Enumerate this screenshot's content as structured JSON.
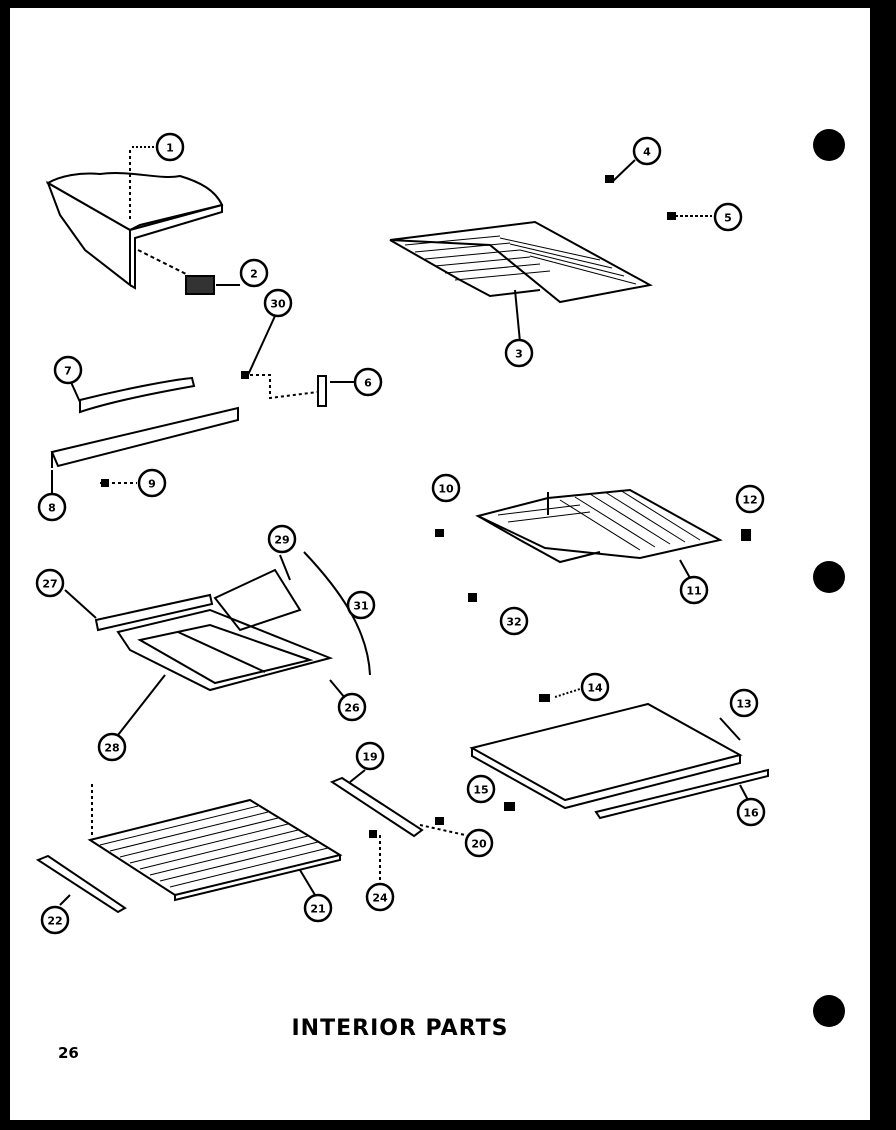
{
  "diagram": {
    "title": "INTERIOR PARTS",
    "page_number": "26",
    "callouts": [
      {
        "id": "c1",
        "label": "1"
      },
      {
        "id": "c2",
        "label": "2"
      },
      {
        "id": "c3",
        "label": "3"
      },
      {
        "id": "c4",
        "label": "4"
      },
      {
        "id": "c5",
        "label": "5"
      },
      {
        "id": "c6",
        "label": "6"
      },
      {
        "id": "c7",
        "label": "7"
      },
      {
        "id": "c8",
        "label": "8"
      },
      {
        "id": "c9",
        "label": "9"
      },
      {
        "id": "c10",
        "label": "10"
      },
      {
        "id": "c11",
        "label": "11"
      },
      {
        "id": "c12",
        "label": "12"
      },
      {
        "id": "c13",
        "label": "13"
      },
      {
        "id": "c14",
        "label": "14"
      },
      {
        "id": "c15",
        "label": "15"
      },
      {
        "id": "c16",
        "label": "16"
      },
      {
        "id": "c19",
        "label": "19"
      },
      {
        "id": "c20",
        "label": "20"
      },
      {
        "id": "c21",
        "label": "21"
      },
      {
        "id": "c22",
        "label": "22"
      },
      {
        "id": "c24",
        "label": "24"
      },
      {
        "id": "c26",
        "label": "26"
      },
      {
        "id": "c27",
        "label": "27"
      },
      {
        "id": "c28",
        "label": "28"
      },
      {
        "id": "c29",
        "label": "29"
      },
      {
        "id": "c30",
        "label": "30"
      },
      {
        "id": "c31",
        "label": "31"
      },
      {
        "id": "c32",
        "label": "32"
      }
    ]
  }
}
